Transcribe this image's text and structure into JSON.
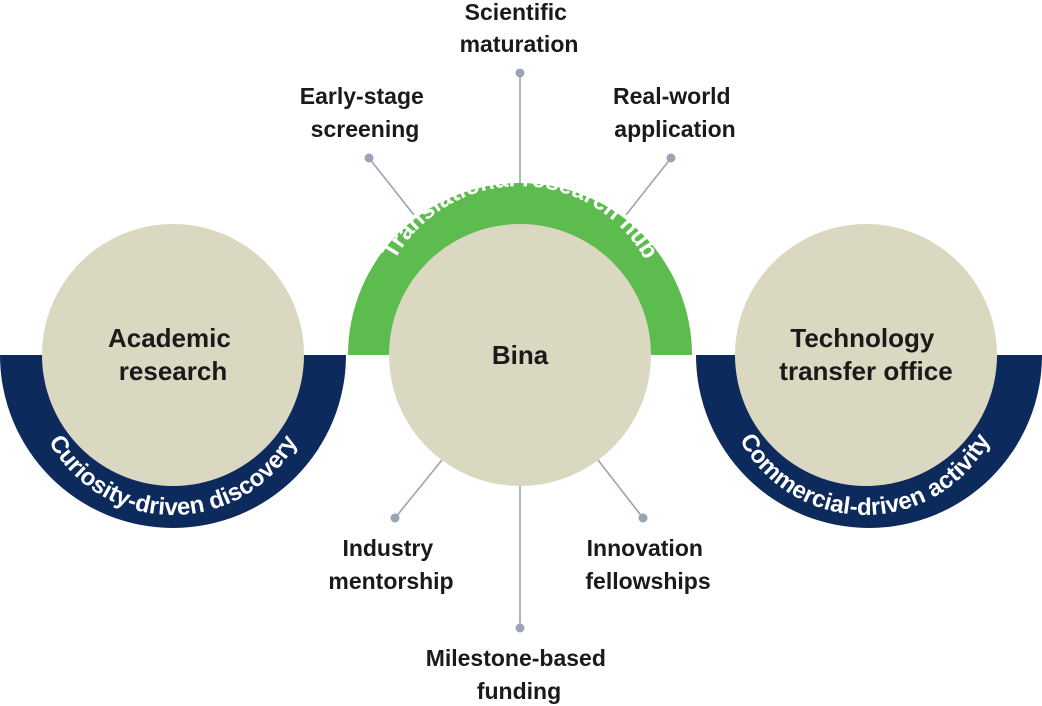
{
  "colors": {
    "navy": "#0d2a5c",
    "green": "#5cbd4e",
    "circle_fill": "#dbd8c2",
    "spoke": "#9aa4b4",
    "text": "#1a1a1a"
  },
  "nodes": {
    "left": {
      "title_lines": [
        "Academic",
        "research"
      ],
      "arc_label": "Curiosity-driven discovery"
    },
    "center": {
      "title": "Bina",
      "arc_label": "Translational research hub"
    },
    "right": {
      "title_lines": [
        "Technology",
        "transfer office"
      ],
      "arc_label": "Commercial-driven activity"
    }
  },
  "spokes": {
    "top_left": [
      "Early-stage",
      "screening"
    ],
    "top": [
      "Scientific",
      "maturation"
    ],
    "top_right": [
      "Real-world",
      "application"
    ],
    "bottom_left": [
      "Industry",
      "mentorship"
    ],
    "bottom": [
      "Milestone-based",
      "funding"
    ],
    "bottom_right": [
      "Innovation",
      "fellowships"
    ]
  }
}
